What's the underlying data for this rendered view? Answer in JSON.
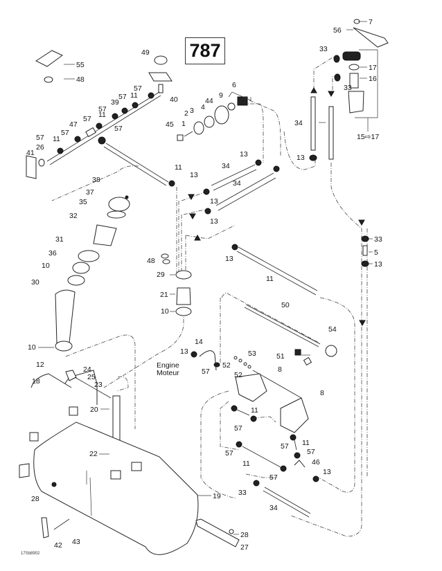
{
  "diagram": {
    "title": "787",
    "reference_code": "17Sb8902",
    "engine_label_en": "Engine",
    "engine_label_fr": "Moteur",
    "kit_range_label": "15⇨17",
    "callouts": [
      {
        "id": "c1",
        "text": "1"
      },
      {
        "id": "c2",
        "text": "2"
      },
      {
        "id": "c3",
        "text": "3"
      },
      {
        "id": "c4",
        "text": "4"
      },
      {
        "id": "c5",
        "text": "5"
      },
      {
        "id": "c6",
        "text": "6"
      },
      {
        "id": "c7",
        "text": "7"
      },
      {
        "id": "c8a",
        "text": "8"
      },
      {
        "id": "c8b",
        "text": "8"
      },
      {
        "id": "c9",
        "text": "9"
      },
      {
        "id": "c10a",
        "text": "10"
      },
      {
        "id": "c10b",
        "text": "10"
      },
      {
        "id": "c10c",
        "text": "10"
      },
      {
        "id": "c11a",
        "text": "11"
      },
      {
        "id": "c11b",
        "text": "11"
      },
      {
        "id": "c11c",
        "text": "11"
      },
      {
        "id": "c11d",
        "text": "11"
      },
      {
        "id": "c11e",
        "text": "11"
      },
      {
        "id": "c11f",
        "text": "11"
      },
      {
        "id": "c11g",
        "text": "11"
      },
      {
        "id": "c11h",
        "text": "11"
      },
      {
        "id": "c12",
        "text": "12"
      },
      {
        "id": "c13a",
        "text": "13"
      },
      {
        "id": "c13b",
        "text": "13"
      },
      {
        "id": "c13c",
        "text": "13"
      },
      {
        "id": "c13d",
        "text": "13"
      },
      {
        "id": "c13e",
        "text": "13"
      },
      {
        "id": "c13f",
        "text": "13"
      },
      {
        "id": "c13g",
        "text": "13"
      },
      {
        "id": "c13h",
        "text": "13"
      },
      {
        "id": "c13i",
        "text": "13"
      },
      {
        "id": "c14",
        "text": "14"
      },
      {
        "id": "c16",
        "text": "16"
      },
      {
        "id": "c17",
        "text": "17"
      },
      {
        "id": "c18",
        "text": "18"
      },
      {
        "id": "c19",
        "text": "19"
      },
      {
        "id": "c20",
        "text": "20"
      },
      {
        "id": "c21",
        "text": "21"
      },
      {
        "id": "c22",
        "text": "22"
      },
      {
        "id": "c23",
        "text": "23"
      },
      {
        "id": "c24",
        "text": "24"
      },
      {
        "id": "c25",
        "text": "25"
      },
      {
        "id": "c26",
        "text": "26"
      },
      {
        "id": "c27",
        "text": "27"
      },
      {
        "id": "c28a",
        "text": "28"
      },
      {
        "id": "c28b",
        "text": "28"
      },
      {
        "id": "c29",
        "text": "29"
      },
      {
        "id": "c30",
        "text": "30"
      },
      {
        "id": "c31",
        "text": "31"
      },
      {
        "id": "c32",
        "text": "32"
      },
      {
        "id": "c33a",
        "text": "33"
      },
      {
        "id": "c33b",
        "text": "33"
      },
      {
        "id": "c33c",
        "text": "33"
      },
      {
        "id": "c33d",
        "text": "33"
      },
      {
        "id": "c34a",
        "text": "34"
      },
      {
        "id": "c34b",
        "text": "34"
      },
      {
        "id": "c34c",
        "text": "34"
      },
      {
        "id": "c34d",
        "text": "34"
      },
      {
        "id": "c35",
        "text": "35"
      },
      {
        "id": "c36",
        "text": "36"
      },
      {
        "id": "c37",
        "text": "37"
      },
      {
        "id": "c38",
        "text": "38"
      },
      {
        "id": "c39",
        "text": "39"
      },
      {
        "id": "c40",
        "text": "40"
      },
      {
        "id": "c41",
        "text": "41"
      },
      {
        "id": "c42",
        "text": "42"
      },
      {
        "id": "c43",
        "text": "43"
      },
      {
        "id": "c44",
        "text": "44"
      },
      {
        "id": "c45",
        "text": "45"
      },
      {
        "id": "c46",
        "text": "46"
      },
      {
        "id": "c47",
        "text": "47"
      },
      {
        "id": "c48a",
        "text": "48"
      },
      {
        "id": "c48b",
        "text": "48"
      },
      {
        "id": "c49",
        "text": "49"
      },
      {
        "id": "c50",
        "text": "50"
      },
      {
        "id": "c51",
        "text": "51"
      },
      {
        "id": "c52a",
        "text": "52"
      },
      {
        "id": "c52b",
        "text": "52"
      },
      {
        "id": "c53",
        "text": "53"
      },
      {
        "id": "c54",
        "text": "54"
      },
      {
        "id": "c55",
        "text": "55"
      },
      {
        "id": "c56",
        "text": "56"
      },
      {
        "id": "c57a",
        "text": "57"
      },
      {
        "id": "c57b",
        "text": "57"
      },
      {
        "id": "c57c",
        "text": "57"
      },
      {
        "id": "c57d",
        "text": "57"
      },
      {
        "id": "c57e",
        "text": "57"
      },
      {
        "id": "c57f",
        "text": "57"
      },
      {
        "id": "c57g",
        "text": "57"
      },
      {
        "id": "c57h",
        "text": "57"
      },
      {
        "id": "c57i",
        "text": "57"
      },
      {
        "id": "c57j",
        "text": "57"
      },
      {
        "id": "c57k",
        "text": "57"
      },
      {
        "id": "c57l",
        "text": "57"
      },
      {
        "id": "c57m",
        "text": "57"
      },
      {
        "id": "c57n",
        "text": "57"
      },
      {
        "id": "c57o",
        "text": "57"
      }
    ]
  }
}
